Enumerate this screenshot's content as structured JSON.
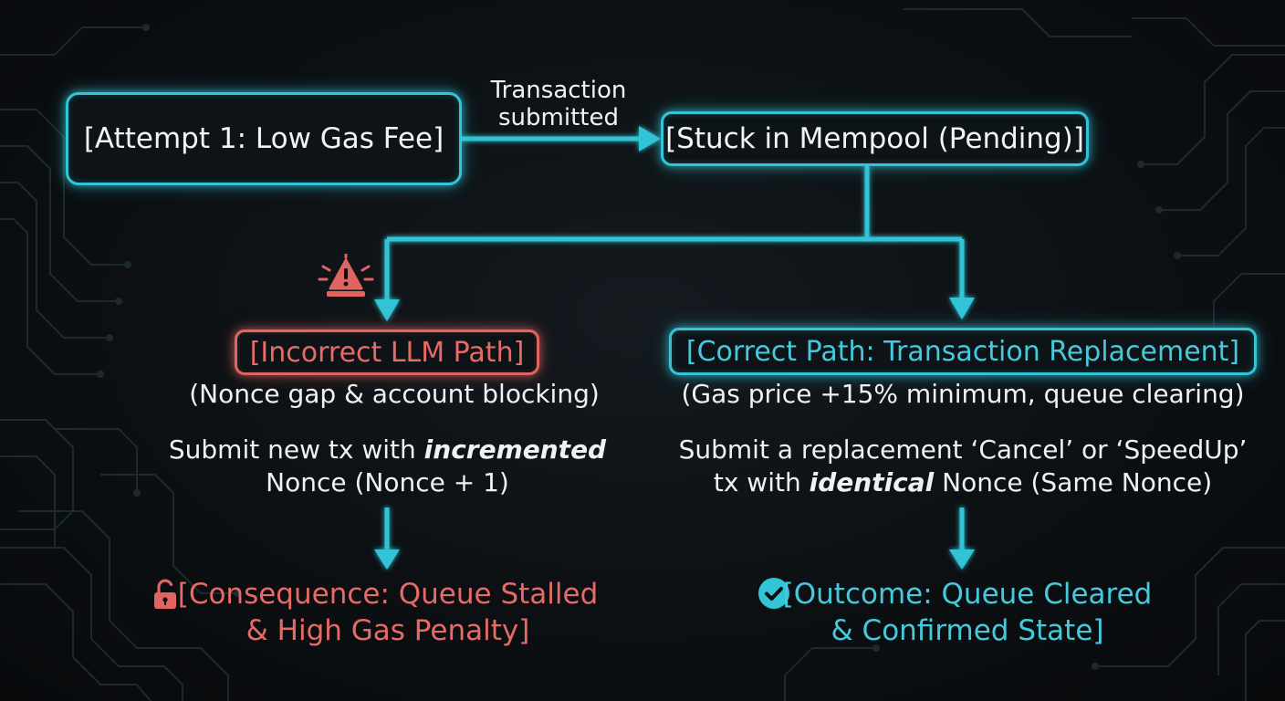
{
  "diagram": {
    "colors": {
      "accent_cyan": "#33c4d6",
      "accent_red": "#e06460",
      "text": "#eef2f4",
      "background": "#0b0e11"
    },
    "nodes": {
      "attempt": "[Attempt 1: Low Gas Fee]",
      "stuck": "[Stuck in Mempool (Pending)]",
      "incorrect_path": "[Incorrect LLM Path]",
      "correct_path": "[Correct Path: Transaction Replacement]"
    },
    "edge_label": {
      "line1": "Transaction",
      "line2": "submitted"
    },
    "left_branch": {
      "note": "(Nonce gap & account blocking)",
      "action_prefix": "Submit new tx with ",
      "action_emphasis": "incremented",
      "action_line2": "Nonce (Nonce + 1)",
      "result_line1": "[Consequence: Queue Stalled",
      "result_line2": "& High Gas Penalty]",
      "warning_icon": "warning-triangle-icon",
      "result_icon": "unlocked-padlock-icon"
    },
    "right_branch": {
      "note": "(Gas price +15% minimum, queue clearing)",
      "action_line1": "Submit a replacement ‘Cancel’ or ‘SpeedUp’",
      "action_prefix": "tx with ",
      "action_emphasis": "identical",
      "action_suffix": " Nonce (Same Nonce)",
      "result_line1": "[Outcome: Queue Cleared",
      "result_line2": "& Confirmed State]",
      "result_icon": "check-circle-icon"
    }
  }
}
